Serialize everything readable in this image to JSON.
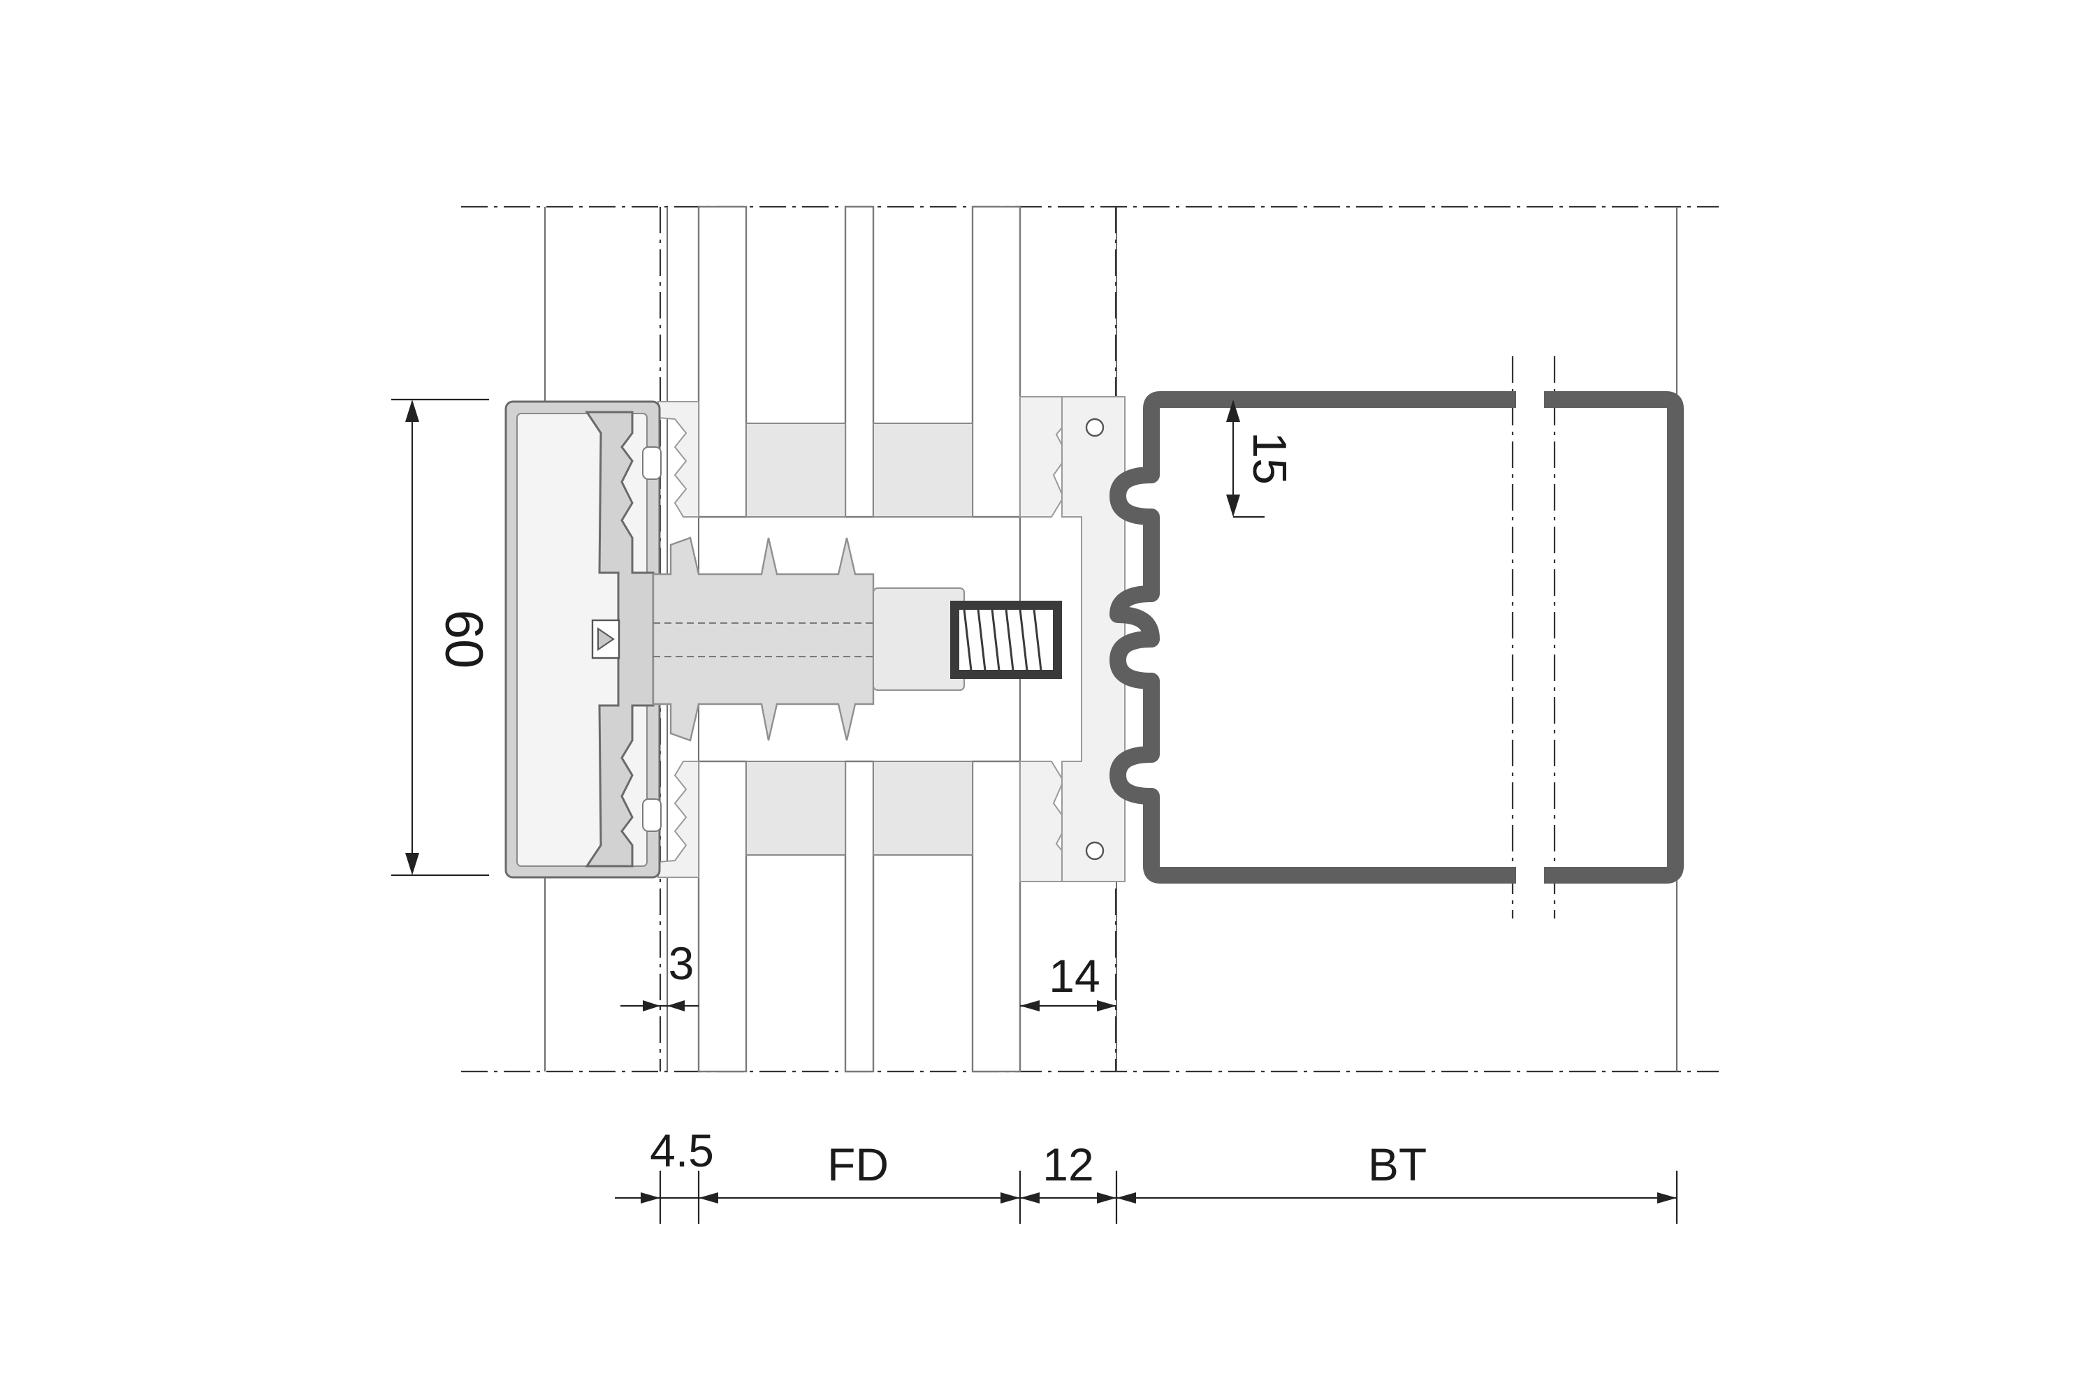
{
  "dimensions": {
    "height": "60",
    "chamber_depth": "15",
    "gap_front": "3",
    "gap_rear": "14",
    "cap_offset": "4.5",
    "fill_depth": "FD",
    "seal_zone": "12",
    "beam_depth": "BT"
  },
  "colors": {
    "steel_beam": "#5f5f5f",
    "aluminium": "#d2d2d2",
    "insulator": "#dcdcdc",
    "glass_spacer": "#e6e6e6"
  }
}
